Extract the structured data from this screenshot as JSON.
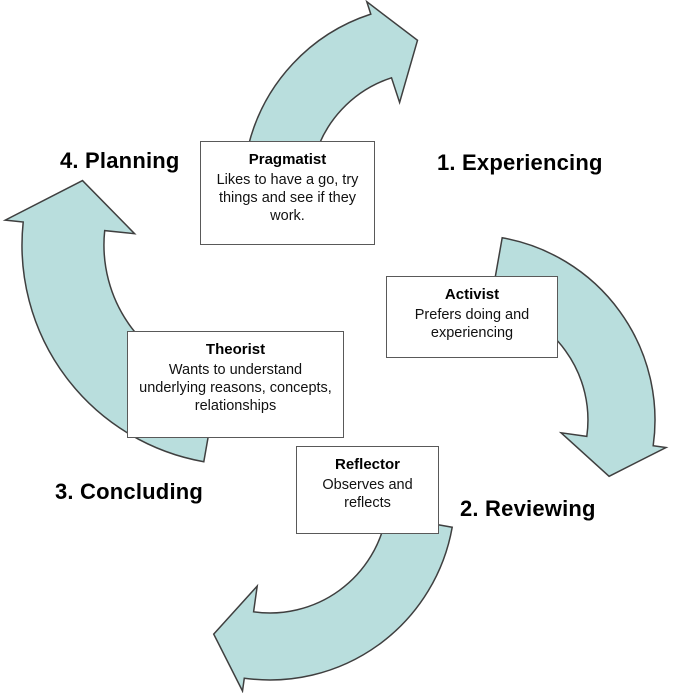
{
  "colors": {
    "background": "#ffffff",
    "arrow_fill": "#b9dedd",
    "arrow_stroke": "#3f3f3f",
    "text": "#000000"
  },
  "cycle": {
    "stages": [
      {
        "id": "experiencing",
        "label": "1. Experiencing"
      },
      {
        "id": "reviewing",
        "label": "2. Reviewing"
      },
      {
        "id": "concluding",
        "label": "3. Concluding"
      },
      {
        "id": "planning",
        "label": "4. Planning"
      }
    ],
    "styles": [
      {
        "id": "pragmatist",
        "title": "Pragmatist",
        "description": "Likes to have a go, try things and see if they work."
      },
      {
        "id": "activist",
        "title": "Activist",
        "description": "Prefers doing and experiencing"
      },
      {
        "id": "theorist",
        "title": "Theorist",
        "description": "Wants to understand underlying reasons, concepts, relationships"
      },
      {
        "id": "reflector",
        "title": "Reflector",
        "description": "Observes and reflects"
      }
    ]
  }
}
